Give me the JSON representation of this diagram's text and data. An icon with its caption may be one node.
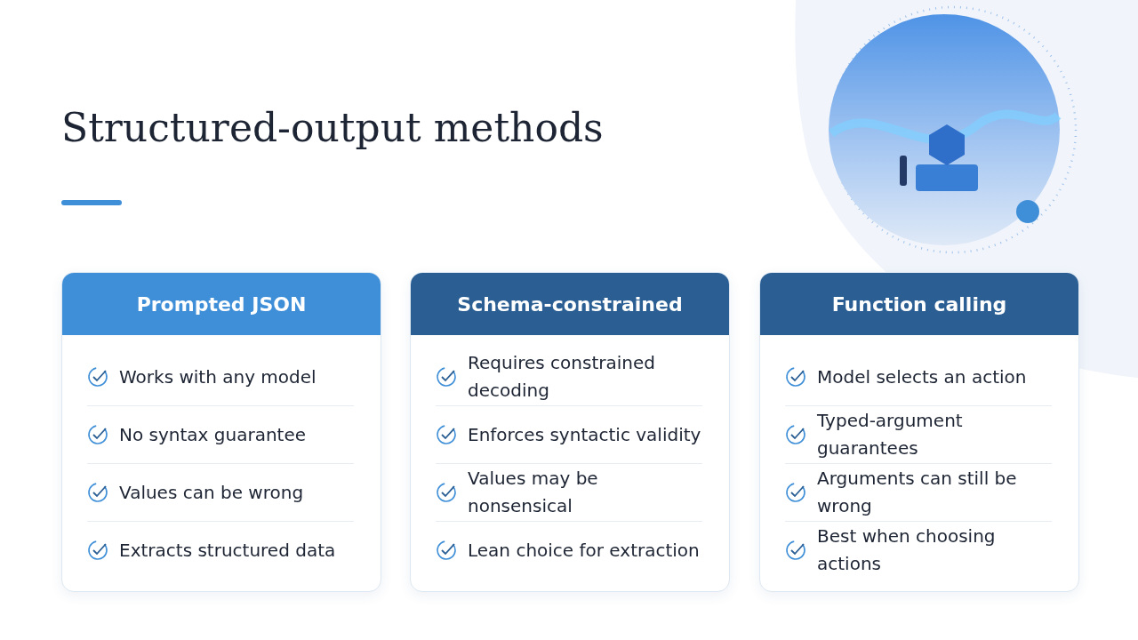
{
  "diagram": {
    "title": "Structured-output methods",
    "nodes": [
      {
        "text": [
          "Prompted JSON",
          "Works with any model",
          "No syntax guarantee",
          "Values can be wrong",
          "Extracts structured data"
        ]
      },
      {
        "text": [
          "Schema-constrained",
          "Requires constrained decoding",
          "Enforces syntactic validity",
          "Values may be nonsensical",
          "Lean choice for extraction"
        ]
      },
      {
        "text": [
          "Function calling",
          "Model selects an action",
          "Typed-argument guarantees",
          "Arguments can still be wrong",
          "Best when choosing actions"
        ]
      }
    ],
    "edges": []
  }
}
